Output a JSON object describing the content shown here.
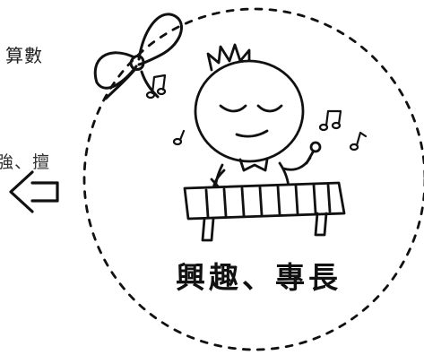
{
  "left_labels": {
    "top": "算數",
    "middle": "強、擅"
  },
  "caption": "興趣、專長",
  "icons": {
    "arrow": "left-arrow-icon",
    "ribbon": "ribbon-bow-icon",
    "character": "xylophone-player-illustration",
    "notes": "music-note-icon"
  },
  "colors": {
    "ink": "#111111",
    "background": "#ffffff"
  }
}
